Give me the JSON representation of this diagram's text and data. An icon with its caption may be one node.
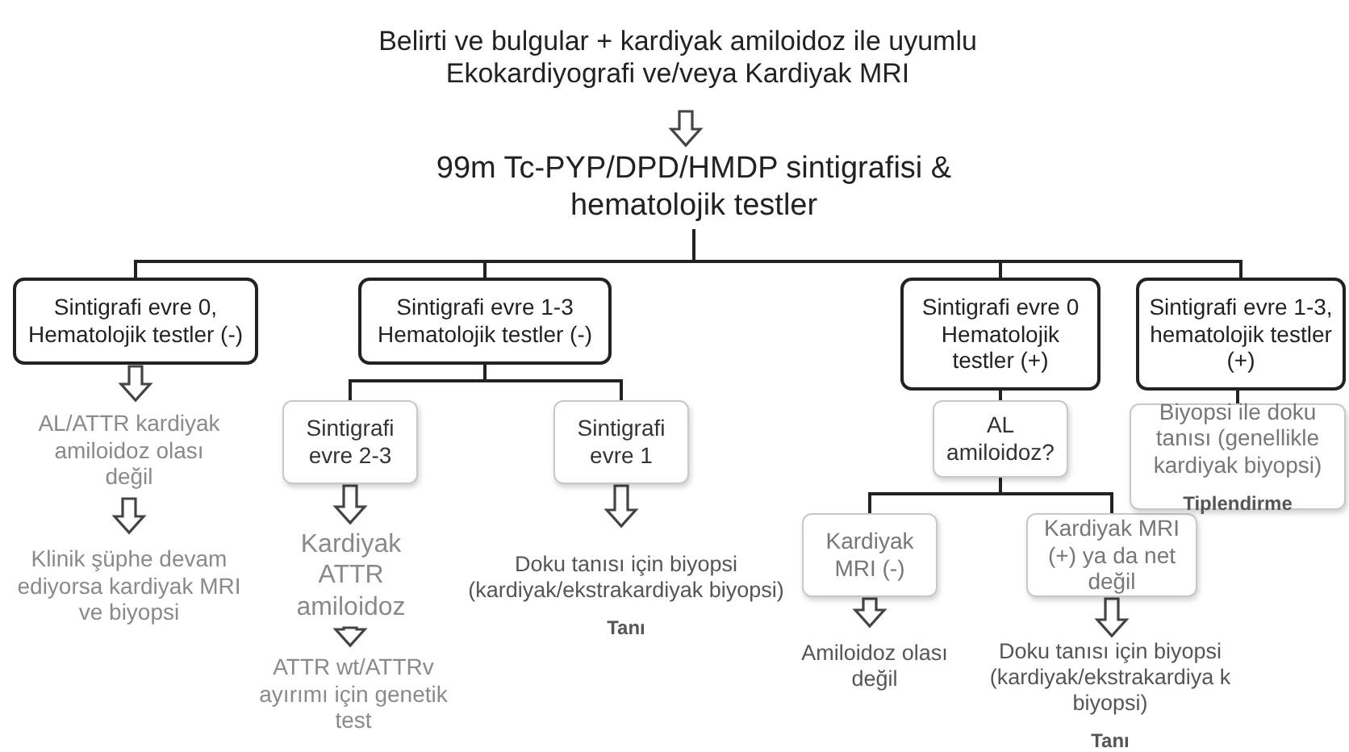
{
  "diagram": {
    "nodes": [
      {
        "text": [
          "Belirti ve bulgular + kardiyak amiloidoz ile uyumlu Ekokardiyografi ve/veya Kardiyak MRI"
        ]
      },
      {
        "text": [
          "99m Tc-PYP/DPD/HMDP sintigrafisi & hematolojik testler"
        ]
      },
      {
        "text": [
          "Sintigrafi evre 0, Hematolojik testler (-)"
        ]
      },
      {
        "text": [
          "Sintigrafi evre 1-3 Hematolojik testler (-)"
        ]
      },
      {
        "text": [
          "Sintigrafi evre 0 Hematolojik testler (+)"
        ]
      },
      {
        "text": [
          "Sintigrafi evre 1-3, hematolojik testler (+)"
        ]
      },
      {
        "text": [
          "AL/ATTR kardiyak amiloidoz olası değil"
        ]
      },
      {
        "text": [
          "Klinik şüphe devam ediyorsa kardiyak MRI ve biyopsi"
        ]
      },
      {
        "text": [
          "Sintigrafi evre 2-3"
        ]
      },
      {
        "text": [
          "Kardiyak ATTR amiloidoz"
        ]
      },
      {
        "text": [
          "ATTR wt/ATTRv ayırımı için genetik test"
        ]
      },
      {
        "text": [
          "Sintigrafi evre 1"
        ]
      },
      {
        "text": [
          "Doku tanısı için biyopsi (kardiyak/ekstrakardiyak biyopsi)",
          "Tanı"
        ]
      },
      {
        "text": [
          "AL amiloidoz?"
        ]
      },
      {
        "text": [
          "Kardiyak MRI (-)"
        ]
      },
      {
        "text": [
          "Kardiyak MRI (+) ya da net değil"
        ]
      },
      {
        "text": [
          "Amiloidoz olası değil"
        ]
      },
      {
        "text": [
          "Doku tanısı için biyopsi (kardiyak/ekstrakardiya k biyopsi)",
          "Tanı"
        ]
      },
      {
        "text": [
          "Biyopsi ile doku tanısı (genellikle kardiyak biyopsi)",
          "Tiplendirme"
        ]
      }
    ],
    "edges": [
      {
        "from": 0,
        "to": 1,
        "arrow": "to"
      },
      {
        "from": 1,
        "to": 2,
        "arrow": "none"
      },
      {
        "from": 1,
        "to": 3,
        "arrow": "none"
      },
      {
        "from": 1,
        "to": 4,
        "arrow": "none"
      },
      {
        "from": 1,
        "to": 5,
        "arrow": "none"
      },
      {
        "from": 2,
        "to": 6,
        "arrow": "to"
      },
      {
        "from": 6,
        "to": 7,
        "arrow": "to"
      },
      {
        "from": 3,
        "to": 8,
        "arrow": "none"
      },
      {
        "from": 3,
        "to": 11,
        "arrow": "none"
      },
      {
        "from": 8,
        "to": 9,
        "arrow": "to"
      },
      {
        "from": 9,
        "to": 10,
        "arrow": "to"
      },
      {
        "from": 11,
        "to": 12,
        "arrow": "to"
      },
      {
        "from": 4,
        "to": 13,
        "arrow": "none"
      },
      {
        "from": 13,
        "to": 14,
        "arrow": "none"
      },
      {
        "from": 13,
        "to": 15,
        "arrow": "none"
      },
      {
        "from": 14,
        "to": 16,
        "arrow": "to"
      },
      {
        "from": 15,
        "to": 17,
        "arrow": "to"
      },
      {
        "from": 5,
        "to": 18,
        "arrow": "none"
      }
    ]
  }
}
